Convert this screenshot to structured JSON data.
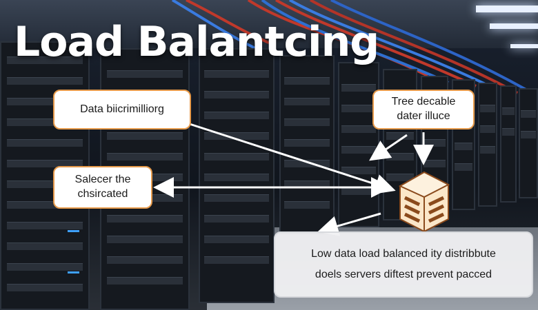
{
  "title": "Load Balantcing",
  "callouts": {
    "top_left": "Data biicrimilliorg",
    "mid_left": "Salecer the chsircated",
    "top_right": "Tree decable dater illuce"
  },
  "caption": {
    "line1": "Low data load balanced ity distribbute",
    "line2": "doels servers diftest prevent pacced"
  },
  "icons": {
    "server_stack": "server-stack-icon"
  },
  "colors": {
    "callout_border": "#e79a4a",
    "arrow": "#ffffff",
    "icon_fill": "#fbe7c9",
    "icon_stripe": "#8a4a1c"
  }
}
